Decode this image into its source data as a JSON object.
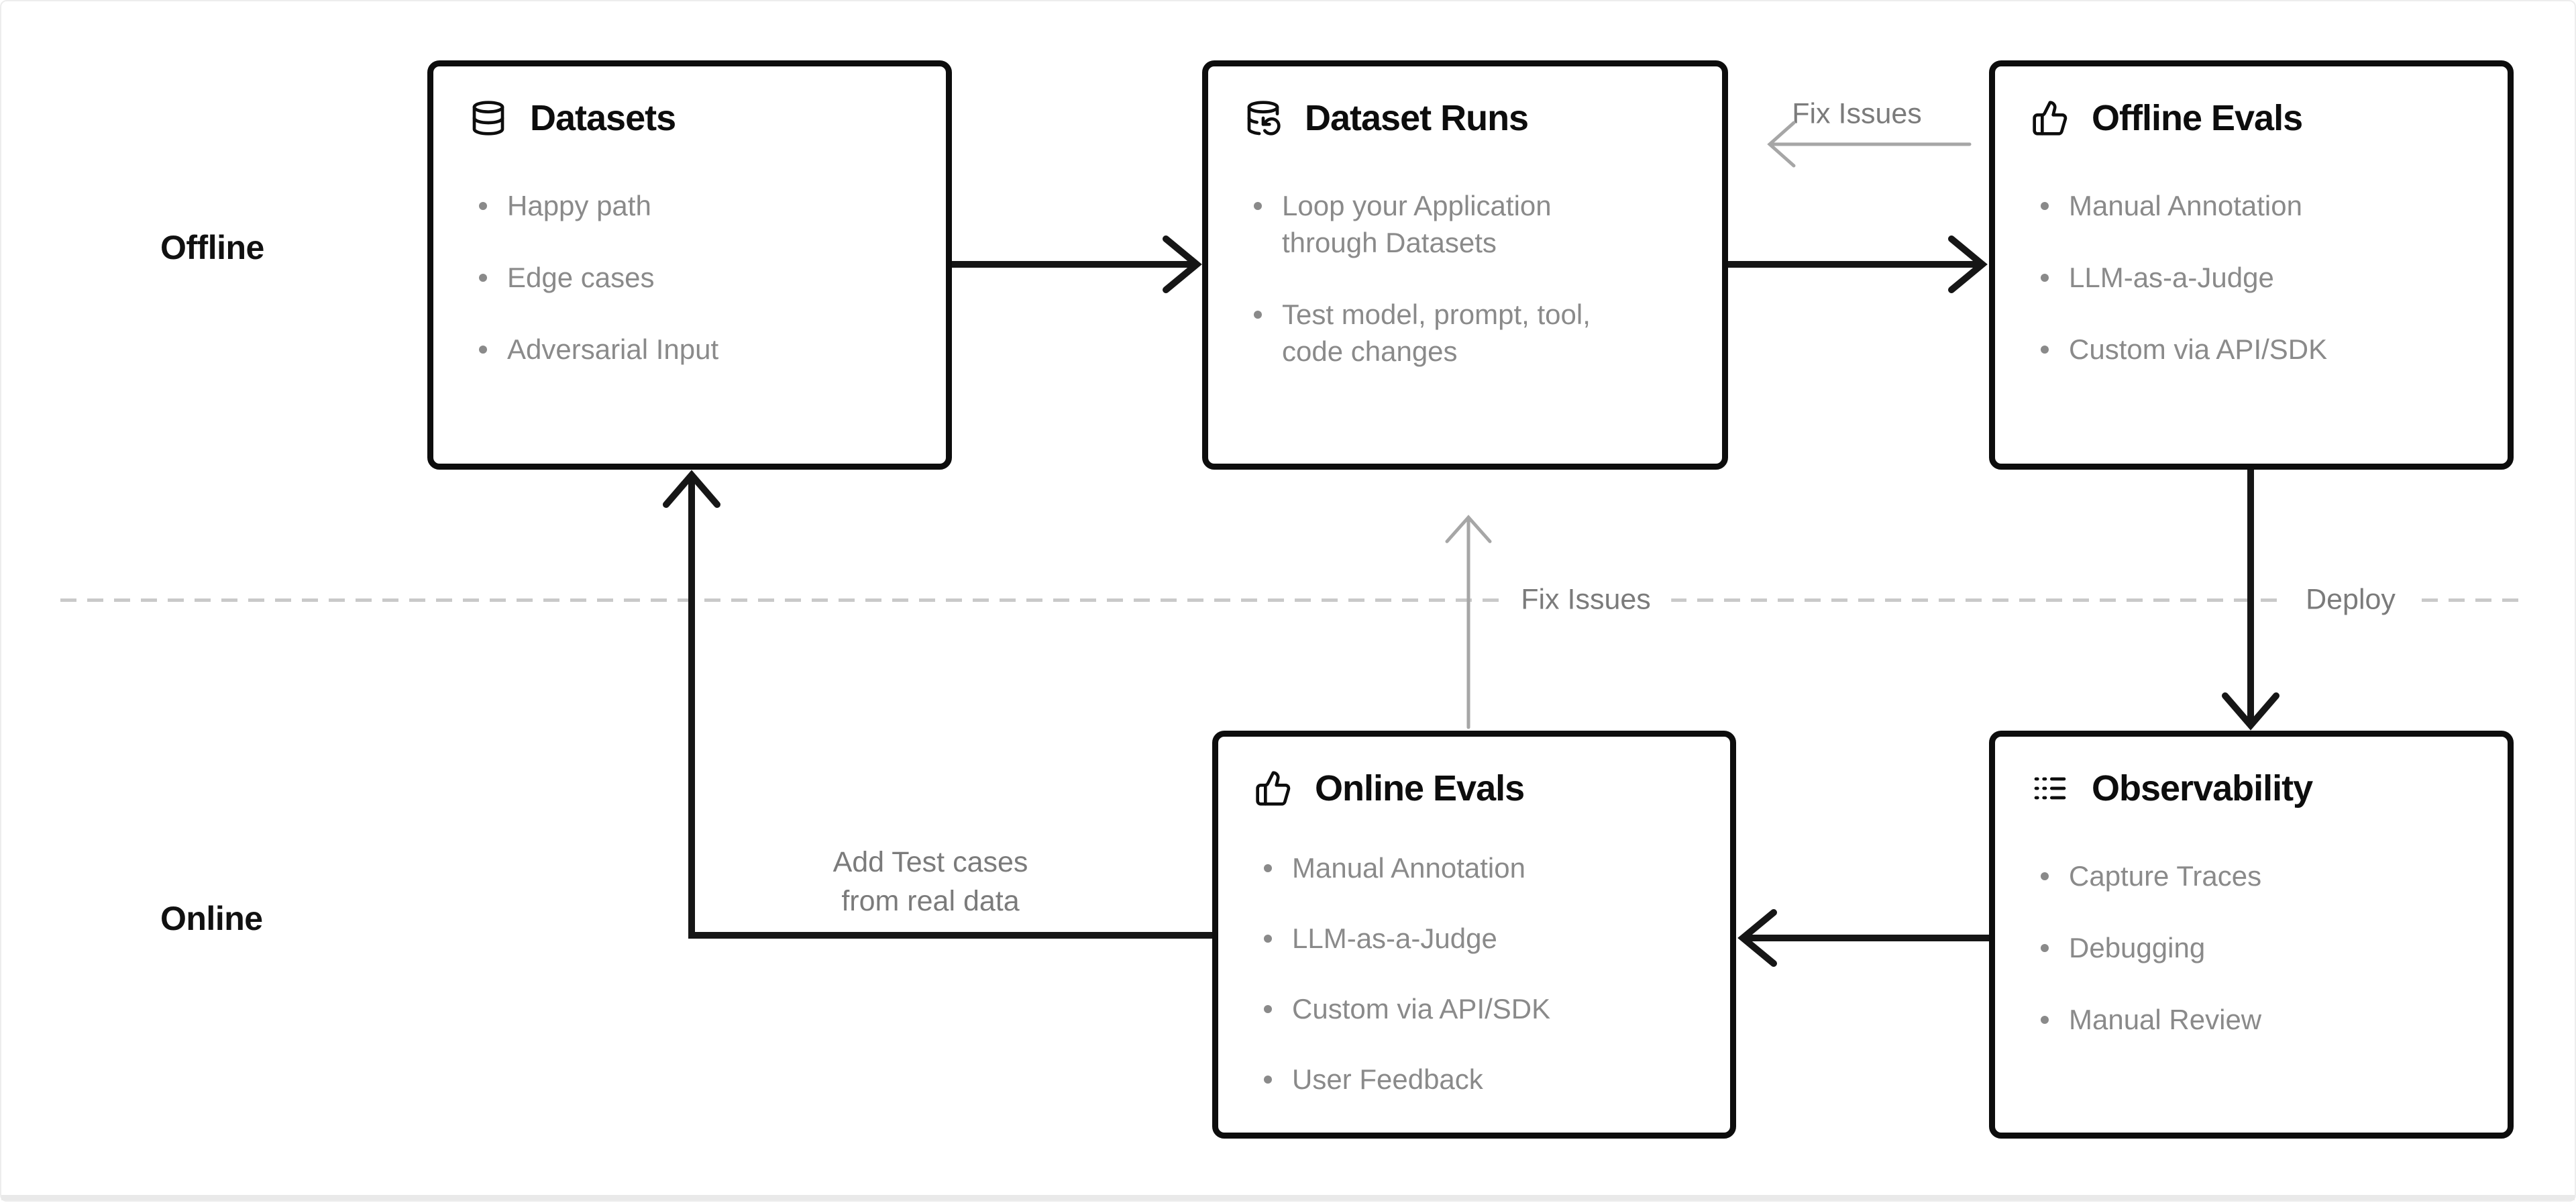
{
  "diagram_title": "LLM application evaluation loop (offline / online)",
  "regions": {
    "offline_label": "Offline",
    "online_label": "Online"
  },
  "boxes": [
    {
      "id": "datasets",
      "title": "Datasets",
      "icon": "database-icon",
      "items": [
        "Happy path",
        "Edge cases",
        "Adversarial Input"
      ]
    },
    {
      "id": "dataset-runs",
      "title": "Dataset Runs",
      "icon": "database-loop-icon",
      "items": [
        "Loop your Application through Datasets",
        "Test model, prompt, tool, code changes"
      ]
    },
    {
      "id": "offline-evals",
      "title": "Offline Evals",
      "icon": "thumbs-up-icon",
      "items": [
        "Manual Annotation",
        "LLM-as-a-Judge",
        "Custom via API/SDK"
      ]
    },
    {
      "id": "online-evals",
      "title": "Online Evals",
      "icon": "thumbs-up-icon",
      "items": [
        "Manual Annotation",
        "LLM-as-a-Judge",
        "Custom via API/SDK",
        "User Feedback"
      ]
    },
    {
      "id": "observability",
      "title": "Observability",
      "icon": "logs-icon",
      "items": [
        "Capture Traces",
        "Debugging",
        "Manual Review"
      ]
    }
  ],
  "edge_labels": {
    "fix_issues_top": "Fix Issues",
    "fix_issues_mid": "Fix Issues",
    "deploy": "Deploy",
    "add_test_cases_line1": "Add Test cases",
    "add_test_cases_line2": "from real data"
  },
  "colors": {
    "background": "#ffffff",
    "box_border": "#0d0d0d",
    "title_text": "#0d0d0d",
    "bullet_text": "#8a8a8a",
    "edge_label_text": "#7b7b7b",
    "black_arrow": "#161616",
    "gray_arrow": "#a6a6a6",
    "dashed_divider": "#c9c9c9"
  }
}
